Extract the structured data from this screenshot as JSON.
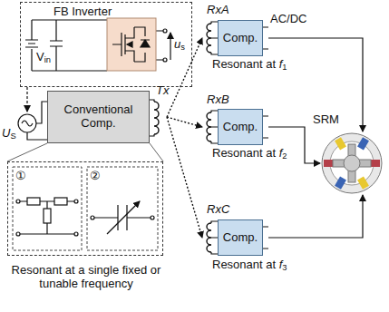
{
  "diagram": {
    "nodes": [
      {
        "text": [
          "FB Inverter"
        ]
      },
      {
        "text": [
          "Conventional Comp."
        ]
      },
      {
        "text": [
          "Resonant at a single fixed or tunable frequency"
        ]
      },
      {
        "text": [
          "Comp."
        ]
      },
      {
        "text": [
          "Comp."
        ]
      },
      {
        "text": [
          "Comp."
        ]
      },
      {
        "text": [
          "SRM"
        ]
      }
    ],
    "edges": [
      {
        "from": 1,
        "to": 3,
        "arrow": "to"
      },
      {
        "from": 1,
        "to": 4,
        "arrow": "to"
      },
      {
        "from": 1,
        "to": 5,
        "arrow": "to"
      },
      {
        "from": 3,
        "to": 6,
        "arrow": "to"
      },
      {
        "from": 4,
        "to": 6,
        "arrow": "to"
      },
      {
        "from": 5,
        "to": 6,
        "arrow": "to"
      }
    ],
    "labels": [
      "Vin",
      "us",
      "US",
      "Tx",
      "①",
      "②",
      "RxA",
      "AC/DC",
      "Resonant at f1",
      "RxB",
      "Resonant at f2",
      "RxC",
      "Resonant at f3"
    ]
  }
}
